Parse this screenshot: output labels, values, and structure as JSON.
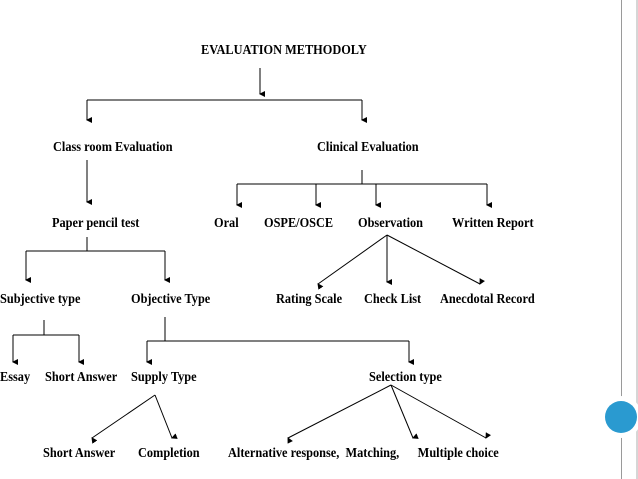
{
  "diagram": {
    "title": "EVALUATION METHODOLY",
    "level1": {
      "classroom": "Class room Evaluation",
      "clinical": "Clinical Evaluation"
    },
    "classroom": {
      "paper_pencil": "Paper pencil test",
      "subjective": "Subjective type",
      "objective": "Objective Type",
      "essay": "Essay",
      "short_answer_subjective": "Short  Answer",
      "supply": "Supply Type",
      "selection": "Selection type",
      "short_answer_supply": "Short Answer",
      "completion": "Completion",
      "selection_items": "Alternative response,  Matching,      Multiple choice"
    },
    "clinical": {
      "oral": "Oral",
      "ospe": "OSPE/OSCE",
      "observation": "Observation",
      "written_report": "Written Report",
      "rating_scale": "Rating Scale",
      "check_list": "Check List",
      "anecdotal_record": "Anecdotal Record"
    }
  },
  "theme": {
    "accent_dot": "#2a9ad0",
    "line_color": "#000000"
  }
}
